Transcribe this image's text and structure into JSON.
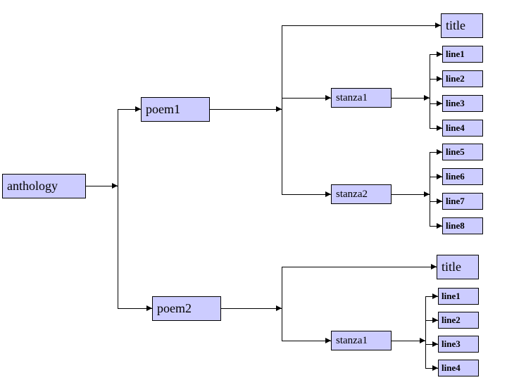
{
  "diagram": {
    "type": "tree",
    "colors": {
      "node_fill": "#ccccff",
      "node_border": "#000000",
      "connector": "#000000",
      "background": "#ffffff"
    },
    "anthology": {
      "label": "anthology"
    },
    "poem1": {
      "label": "poem1",
      "title": "title",
      "stanza1": {
        "label": "stanza1",
        "lines": [
          "line1",
          "line2",
          "line3",
          "line4"
        ]
      },
      "stanza2": {
        "label": "stanza2",
        "lines": [
          "line5",
          "line6",
          "line7",
          "line8"
        ]
      }
    },
    "poem2": {
      "label": "poem2",
      "title": "title",
      "stanza1": {
        "label": "stanza1",
        "lines": [
          "line1",
          "line2",
          "line3",
          "line4"
        ]
      }
    }
  }
}
